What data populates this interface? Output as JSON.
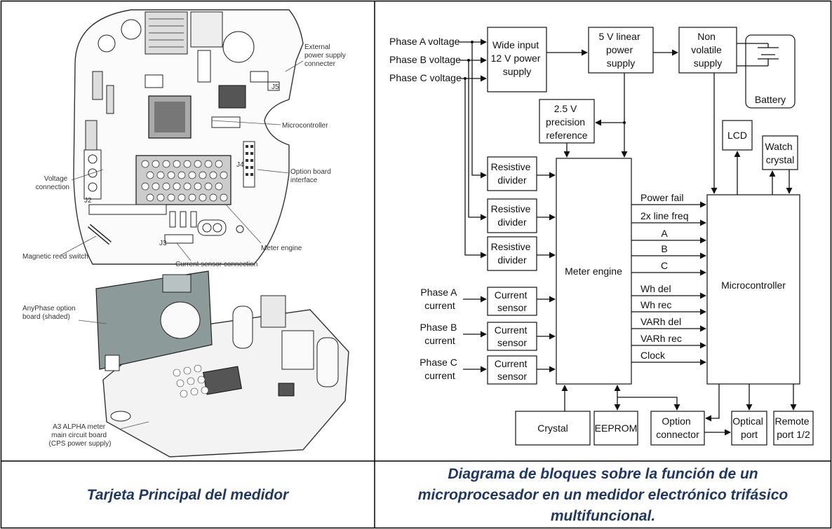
{
  "left_figure": {
    "labels": {
      "external_power": [
        "External",
        "power supply",
        "connecter"
      ],
      "microcontroller": "Microcontroller",
      "option_board_interface": [
        "Option board",
        "interface"
      ],
      "voltage_connection": [
        "Voltage",
        "connection"
      ],
      "magnetic_reed_switch": "Magnetic reed switch",
      "meter_engine": "Meter engine",
      "current_sensor_connection": "Current sensor connection",
      "anyphase_option_board": [
        "AnyPhase option",
        "board (shaded)"
      ],
      "main_board": [
        "A3 ALPHA meter",
        "main circuit board",
        "(CPS power supply)"
      ]
    },
    "connectors": {
      "j5": "J5",
      "j4": "J4",
      "j3": "J3",
      "j2": "J2"
    }
  },
  "block_diagram": {
    "inputs": {
      "phase_a_voltage": "Phase A voltage",
      "phase_b_voltage": "Phase B voltage",
      "phase_c_voltage": "Phase C voltage",
      "phase_a_current": [
        "Phase A",
        "current"
      ],
      "phase_b_current": [
        "Phase B",
        "current"
      ],
      "phase_c_current": [
        "Phase C",
        "current"
      ]
    },
    "blocks": {
      "wide_input": [
        "Wide input",
        "12 V power",
        "supply"
      ],
      "linear_5v": [
        "5 V linear",
        "power",
        "supply"
      ],
      "non_volatile": [
        "Non",
        "volatile",
        "supply"
      ],
      "battery": "Battery",
      "reference": [
        "2.5 V",
        "precision",
        "reference"
      ],
      "lcd": "LCD",
      "watch_crystal": [
        "Watch",
        "crystal"
      ],
      "resistive_divider": [
        "Resistive",
        "divider"
      ],
      "current_sensor": [
        "Current",
        "sensor"
      ],
      "meter_engine": "Meter engine",
      "microcontroller": "Microcontroller",
      "crystal": "Crystal",
      "eeprom": "EEPROM",
      "option_connector": [
        "Option",
        "connector"
      ],
      "optical_port": [
        "Optical",
        "port"
      ],
      "remote_port": [
        "Remote",
        "port 1/2"
      ]
    },
    "signals": [
      "Power fail",
      "2x line freq",
      "A",
      "B",
      "C",
      "Wh del",
      "Wh rec",
      "VARh del",
      "VARh rec",
      "Clock"
    ]
  },
  "captions": {
    "left": "Tarjeta Principal del medidor",
    "right": "Diagrama de bloques sobre la función de un microprocesador en un medidor electrónico trifásico multifuncional."
  },
  "colors": {
    "caption_text": "#1f3864",
    "border": "#000000",
    "board_shade": "#8c9a9a"
  }
}
